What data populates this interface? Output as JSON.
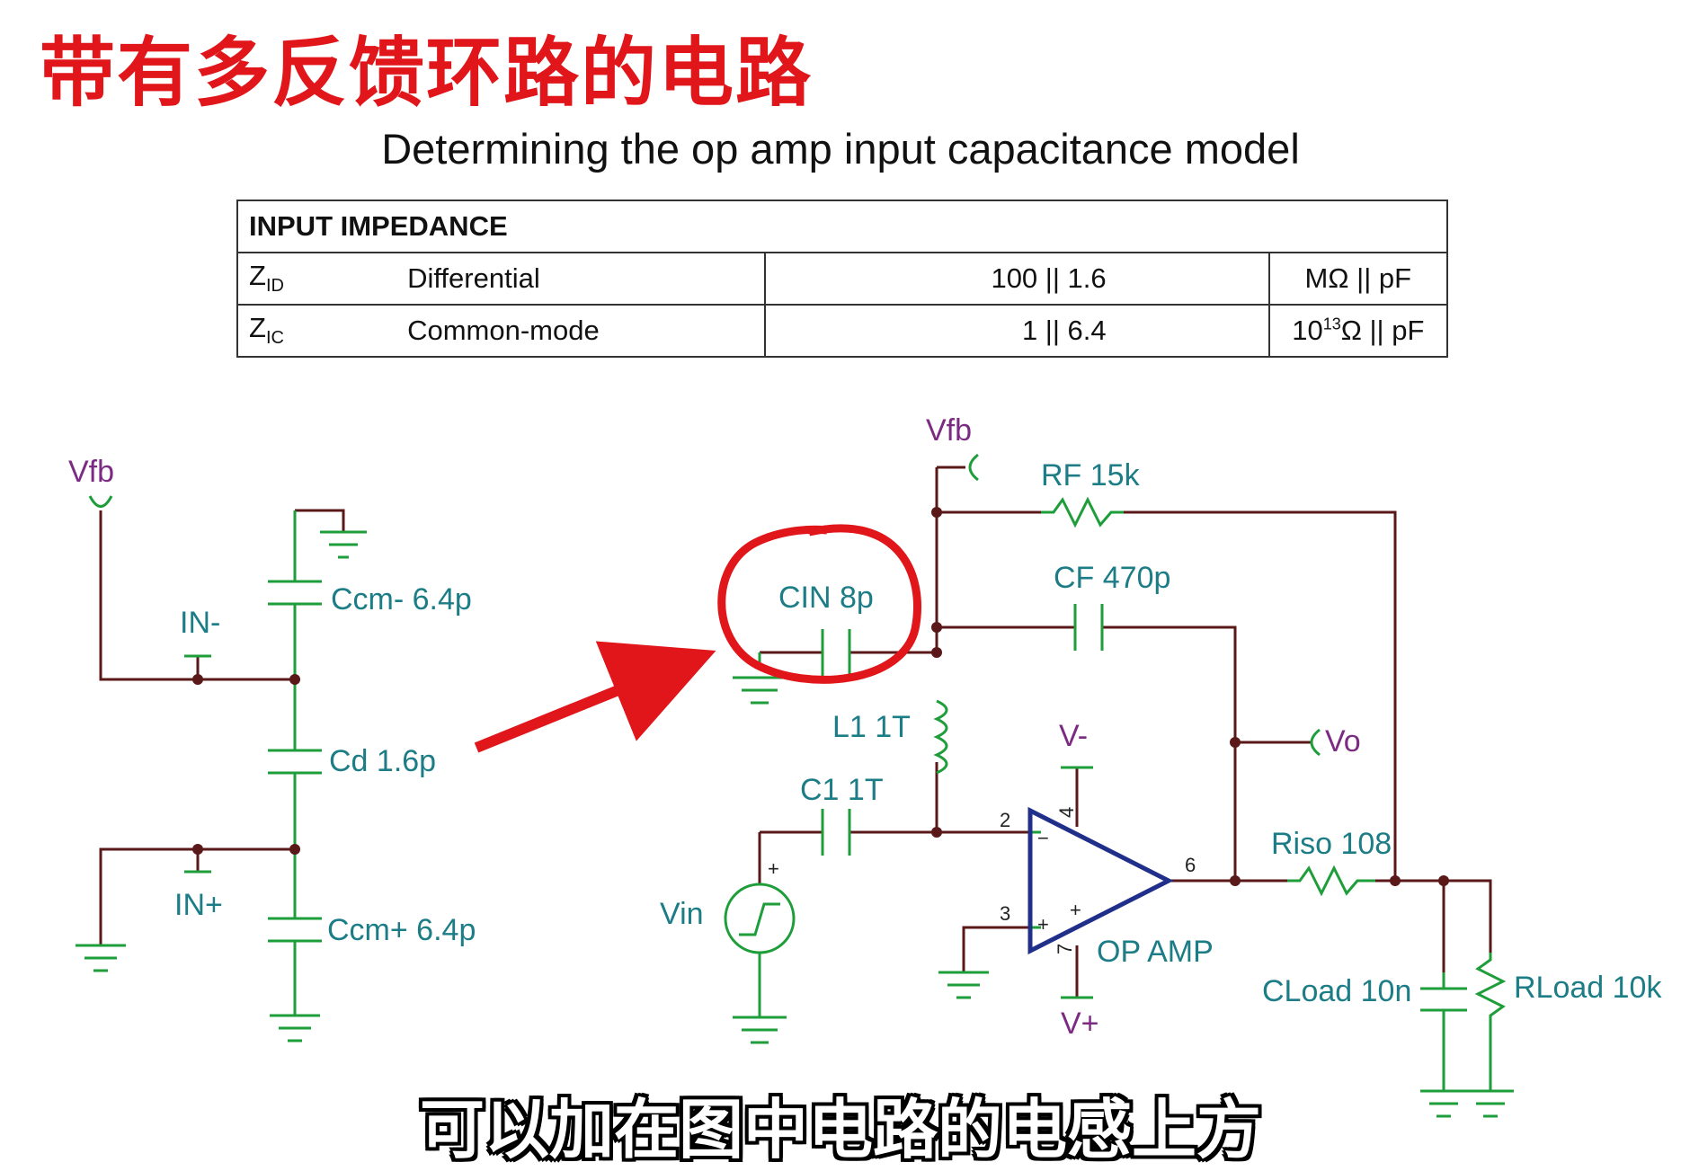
{
  "title": "带有多反馈环路的电路",
  "subtitle": "Determining the op amp input capacitance model",
  "table": {
    "header": "INPUT IMPEDANCE",
    "rows": [
      {
        "sym": "Z",
        "sub": "ID",
        "name": "Differential",
        "value": "100 || 1.6",
        "unit": "MΩ || pF"
      },
      {
        "sym": "Z",
        "sub": "IC",
        "name": "Common-mode",
        "value": "1 || 6.4",
        "unit_base": "10",
        "unit_exp": "13",
        "unit_rest": "Ω || pF"
      }
    ]
  },
  "left_circuit": {
    "vfb": "Vfb",
    "in_minus": "IN-",
    "in_plus": "IN+",
    "ccm_minus": "Ccm- 6.4p",
    "cd": "Cd 1.6p",
    "ccm_plus": "Ccm+ 6.4p"
  },
  "right_circuit": {
    "vfb": "Vfb",
    "rf": "RF 15k",
    "cf": "CF 470p",
    "cin": "CIN 8p",
    "l1": "L1 1T",
    "c1": "C1 1T",
    "vin": "Vin",
    "v_minus": "V-",
    "v_plus": "V+",
    "vo": "Vo",
    "opamp": "OP AMP",
    "riso": "Riso 108",
    "cload": "CLoad 10n",
    "rload": "RLoad 10k",
    "pin2": "2",
    "pin3": "3",
    "pin4": "4",
    "pin6": "6",
    "pin7": "7",
    "plus": "+",
    "minus": "−"
  },
  "caption": "可以加在图中电路的电感上方",
  "colors": {
    "wire": "#5a1818",
    "component": "#1e9e3a",
    "label": "#1c7d86",
    "net": "#7b2b82",
    "opamp": "#1f2f8a",
    "highlight": "#e0161b"
  }
}
